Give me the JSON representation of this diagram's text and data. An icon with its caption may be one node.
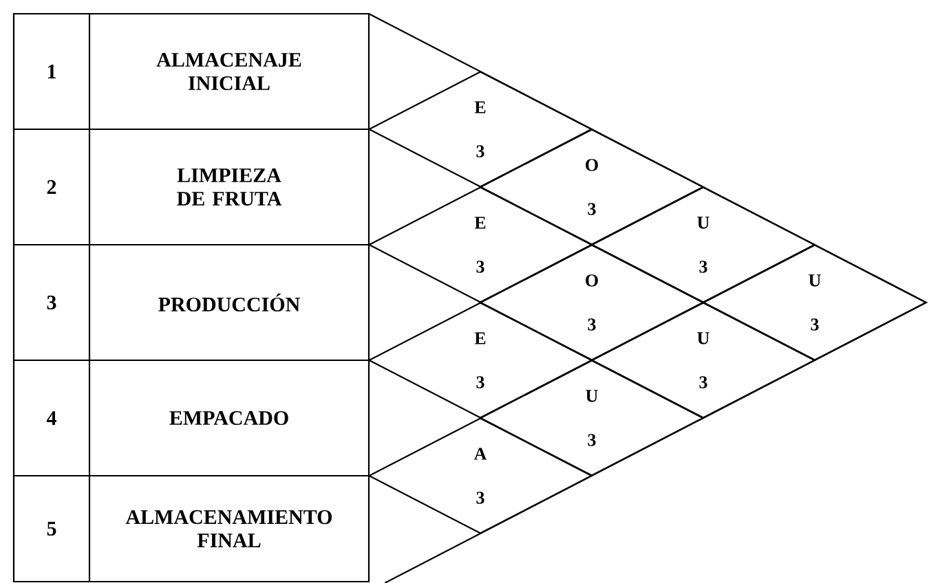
{
  "diagram": {
    "nodes": [
      {
        "text": [
          "1",
          "ALMACENAJE INICIAL"
        ]
      },
      {
        "text": [
          "2",
          "LIMPIEZA DE FRUTA"
        ]
      },
      {
        "text": [
          "3",
          "PRODUCCIÓN"
        ]
      },
      {
        "text": [
          "4",
          "EMPACADO"
        ]
      },
      {
        "text": [
          "5",
          "ALMACENAMIENTO FINAL"
        ]
      },
      {
        "text": [
          "E",
          "3"
        ]
      },
      {
        "text": [
          "O",
          "3"
        ]
      },
      {
        "text": [
          "U",
          "3"
        ]
      },
      {
        "text": [
          "U",
          "3"
        ]
      },
      {
        "text": [
          "E",
          "3"
        ]
      },
      {
        "text": [
          "O",
          "3"
        ]
      },
      {
        "text": [
          "U",
          "3"
        ]
      },
      {
        "text": [
          "E",
          "3"
        ]
      },
      {
        "text": [
          "U",
          "3"
        ]
      },
      {
        "text": [
          "A",
          "3"
        ]
      }
    ]
  }
}
